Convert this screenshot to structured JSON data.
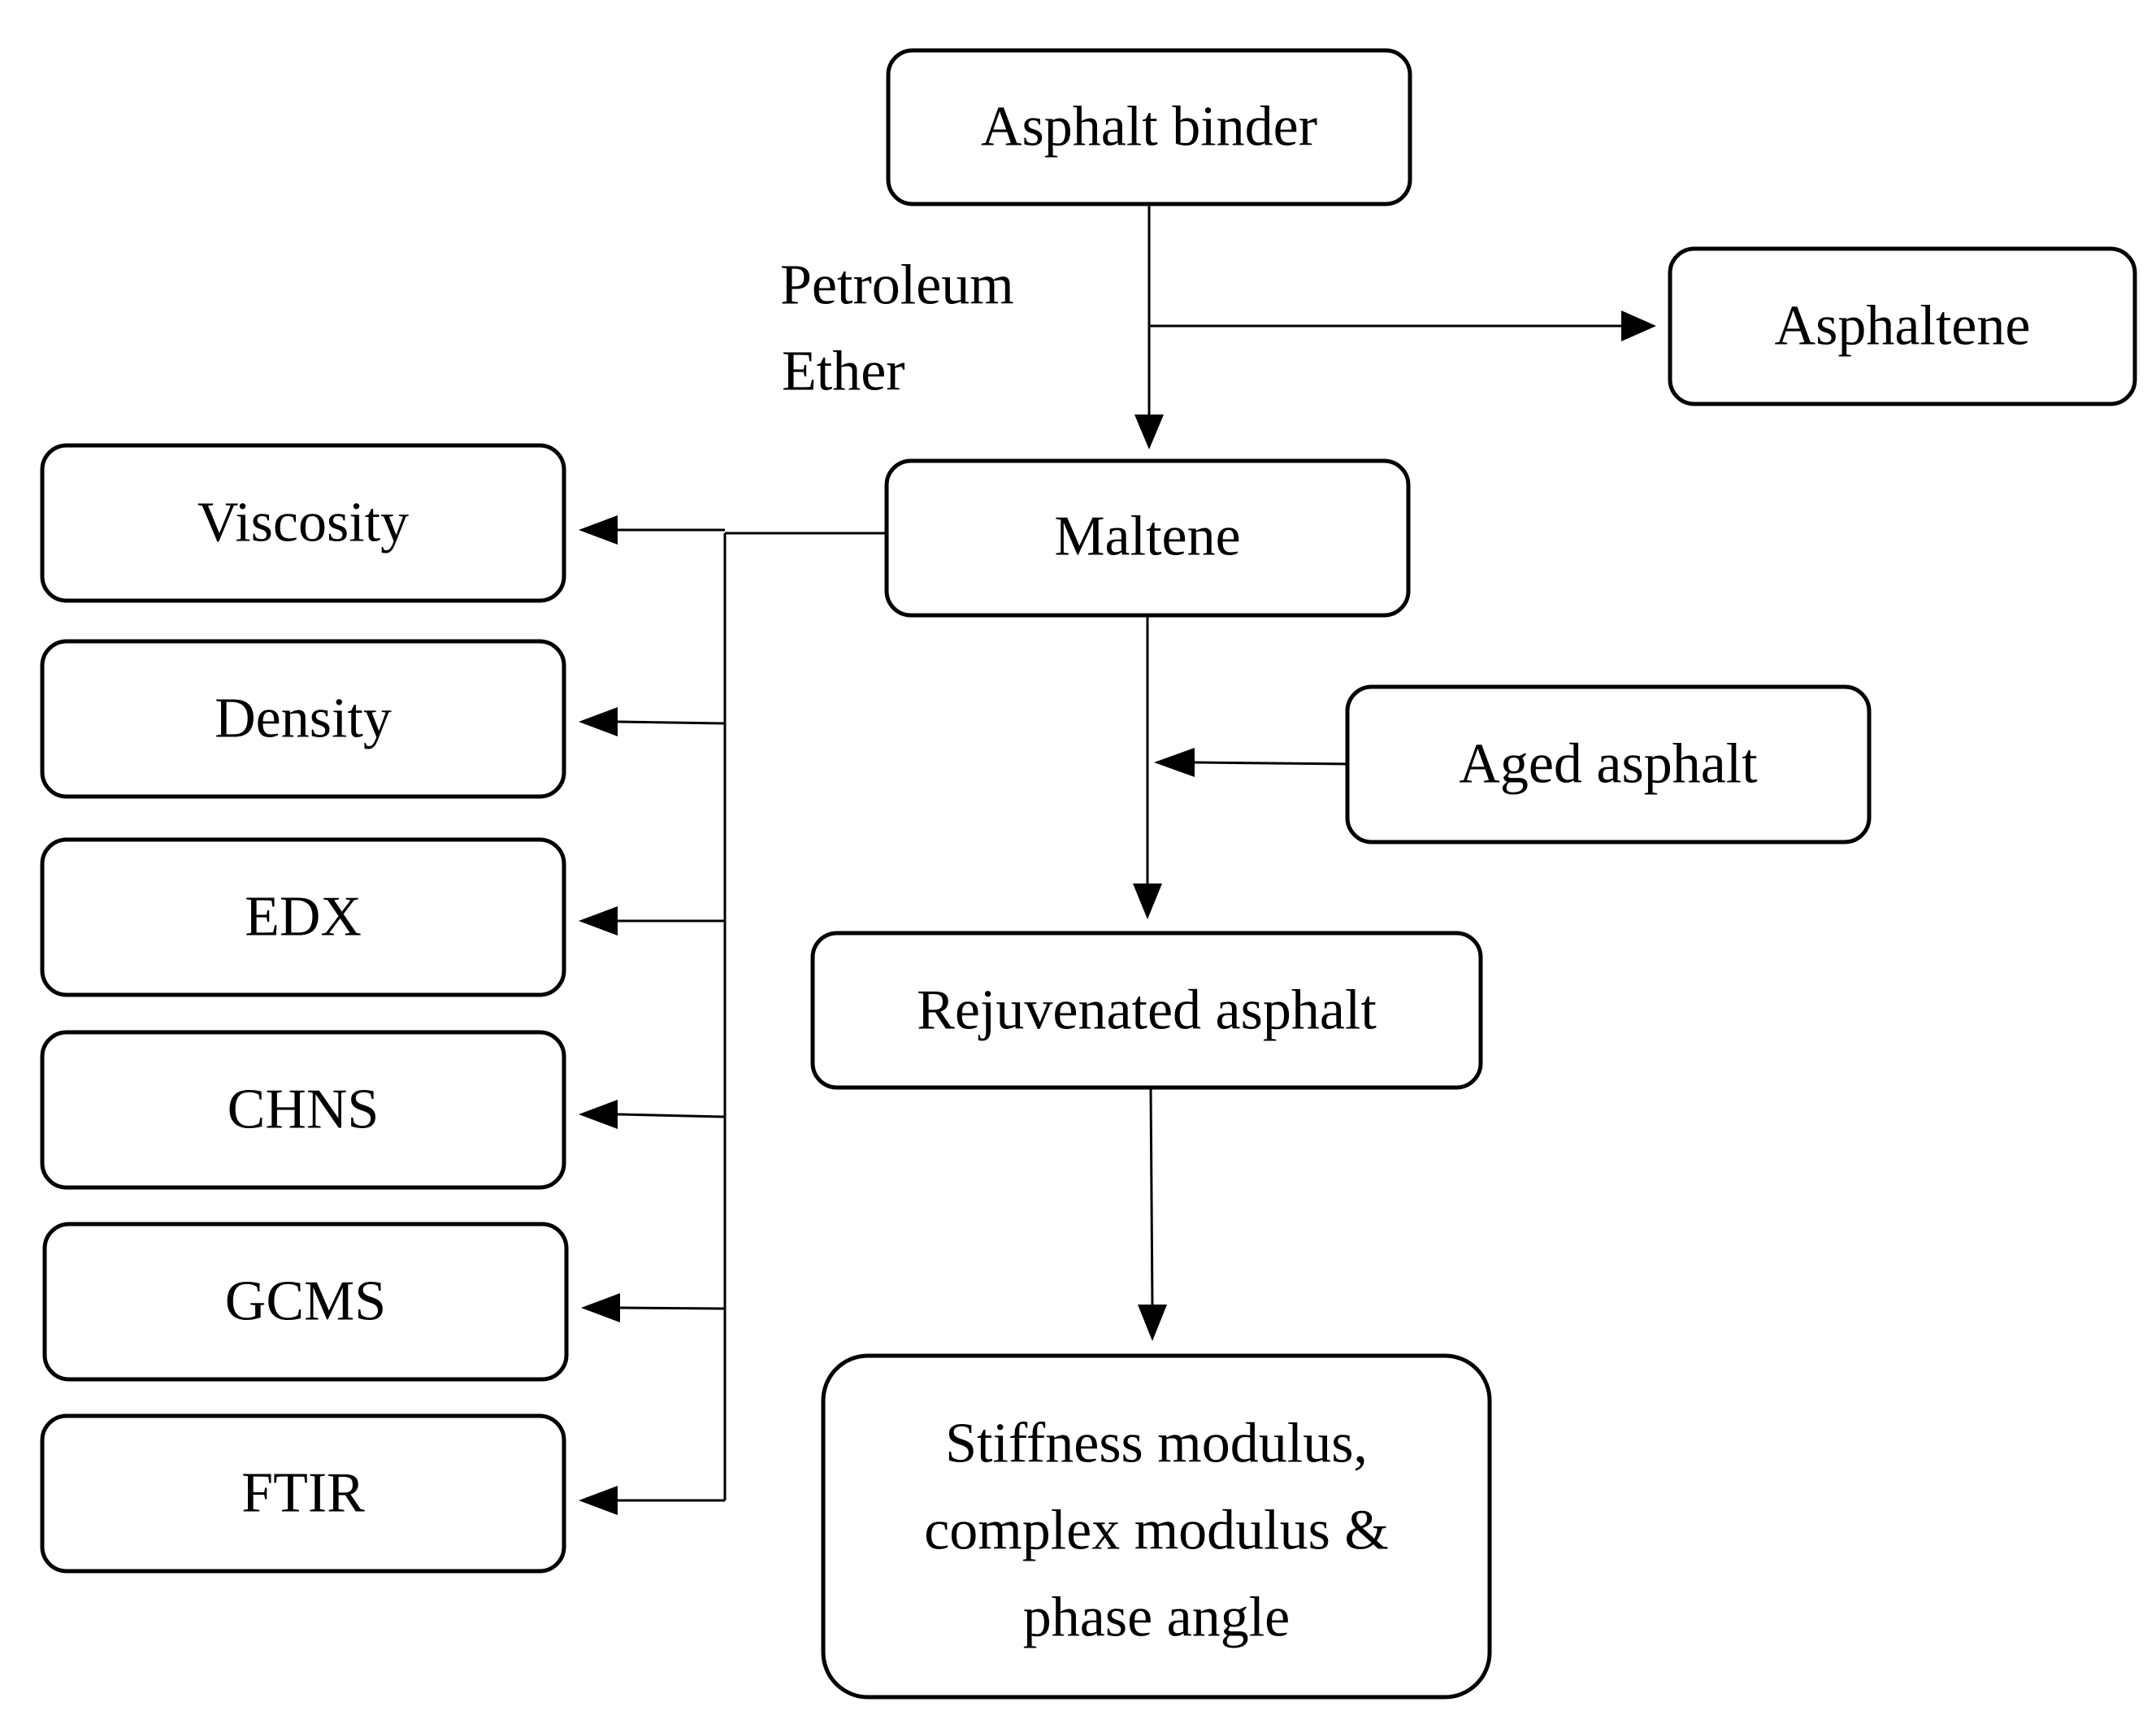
{
  "diagram": {
    "nodes": {
      "asphalt_binder": "Asphalt binder",
      "asphaltene": "Asphaltene",
      "maltene": "Maltene",
      "aged_asphalt": "Aged asphalt",
      "rejuvenated_asphalt": "Rejuvenated asphalt",
      "properties": [
        "Stiffness modulus,",
        "complex modulus &",
        "phase angle"
      ],
      "viscosity": "Viscosity",
      "density": "Density",
      "edx": "EDX",
      "chns": "CHNS",
      "gcms": "GCMS",
      "ftir": "FTIR"
    },
    "solvent_label": [
      "Petroleum",
      "Ether"
    ],
    "edges": [
      {
        "from": "asphalt_binder",
        "to": "maltene"
      },
      {
        "from": "asphalt_binder",
        "to": "asphaltene"
      },
      {
        "from": "maltene",
        "to": "viscosity"
      },
      {
        "from": "maltene",
        "to": "density"
      },
      {
        "from": "maltene",
        "to": "edx"
      },
      {
        "from": "maltene",
        "to": "chns"
      },
      {
        "from": "maltene",
        "to": "gcms"
      },
      {
        "from": "maltene",
        "to": "ftir"
      },
      {
        "from": "maltene",
        "to": "rejuvenated_asphalt"
      },
      {
        "from": "aged_asphalt",
        "to": "rejuvenated_asphalt"
      },
      {
        "from": "rejuvenated_asphalt",
        "to": "properties"
      }
    ]
  }
}
